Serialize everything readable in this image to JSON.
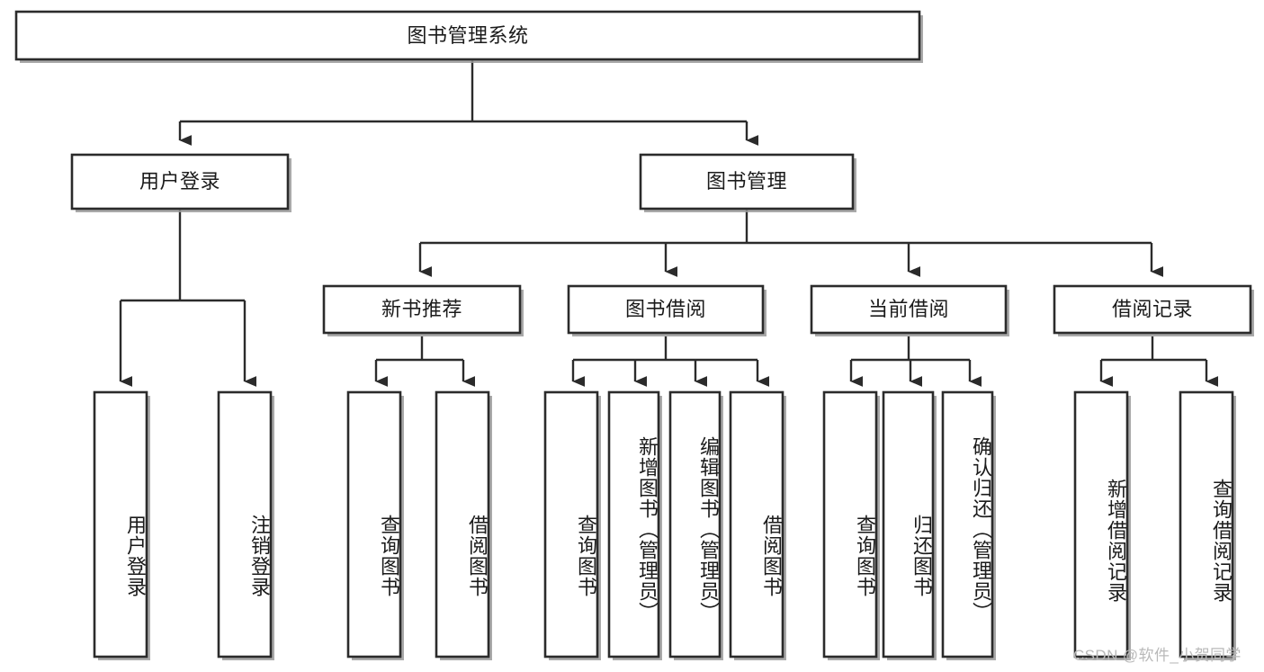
{
  "diagram": {
    "title": "图书管理系统",
    "type": "hierarchy-tree",
    "root": {
      "label": "图书管理系统",
      "orientation": "horizontal"
    },
    "level2": [
      {
        "label": "用户登录",
        "orientation": "horizontal"
      },
      {
        "label": "图书管理",
        "orientation": "horizontal"
      }
    ],
    "level3": [
      {
        "label": "新书推荐",
        "orientation": "horizontal"
      },
      {
        "label": "图书借阅",
        "orientation": "horizontal"
      },
      {
        "label": "当前借阅",
        "orientation": "horizontal"
      },
      {
        "label": "借阅记录",
        "orientation": "horizontal"
      }
    ],
    "leaves": {
      "user_login": [
        {
          "label": "用户登录",
          "orientation": "vertical"
        },
        {
          "label": "注销登录",
          "orientation": "vertical"
        }
      ],
      "new_book_recommend": [
        {
          "label": "查询图书",
          "orientation": "vertical"
        },
        {
          "label": "借阅图书",
          "orientation": "vertical"
        }
      ],
      "book_borrow": [
        {
          "label": "查询图书",
          "orientation": "vertical"
        },
        {
          "label": "新增图书（管理员）",
          "orientation": "vertical"
        },
        {
          "label": "编辑图书（管理员）",
          "orientation": "vertical"
        },
        {
          "label": "借阅图书",
          "orientation": "vertical"
        }
      ],
      "current_borrow": [
        {
          "label": "查询图书",
          "orientation": "vertical"
        },
        {
          "label": "归还图书",
          "orientation": "vertical"
        },
        {
          "label": "确认归还（管理员）",
          "orientation": "vertical"
        }
      ],
      "borrow_record": [
        {
          "label": "新增借阅记录",
          "orientation": "vertical"
        },
        {
          "label": "查询借阅记录",
          "orientation": "vertical"
        }
      ]
    },
    "watermark": "CSDN @软件_小贺同学",
    "colors": {
      "background": "#ffffff",
      "box_fill": "#ffffff",
      "box_stroke": "#2b2b2b",
      "connector": "#2b2b2b",
      "text": "#1b1b1b",
      "shadow": "#9a9a9a",
      "watermark": "#b9b9b9"
    }
  }
}
